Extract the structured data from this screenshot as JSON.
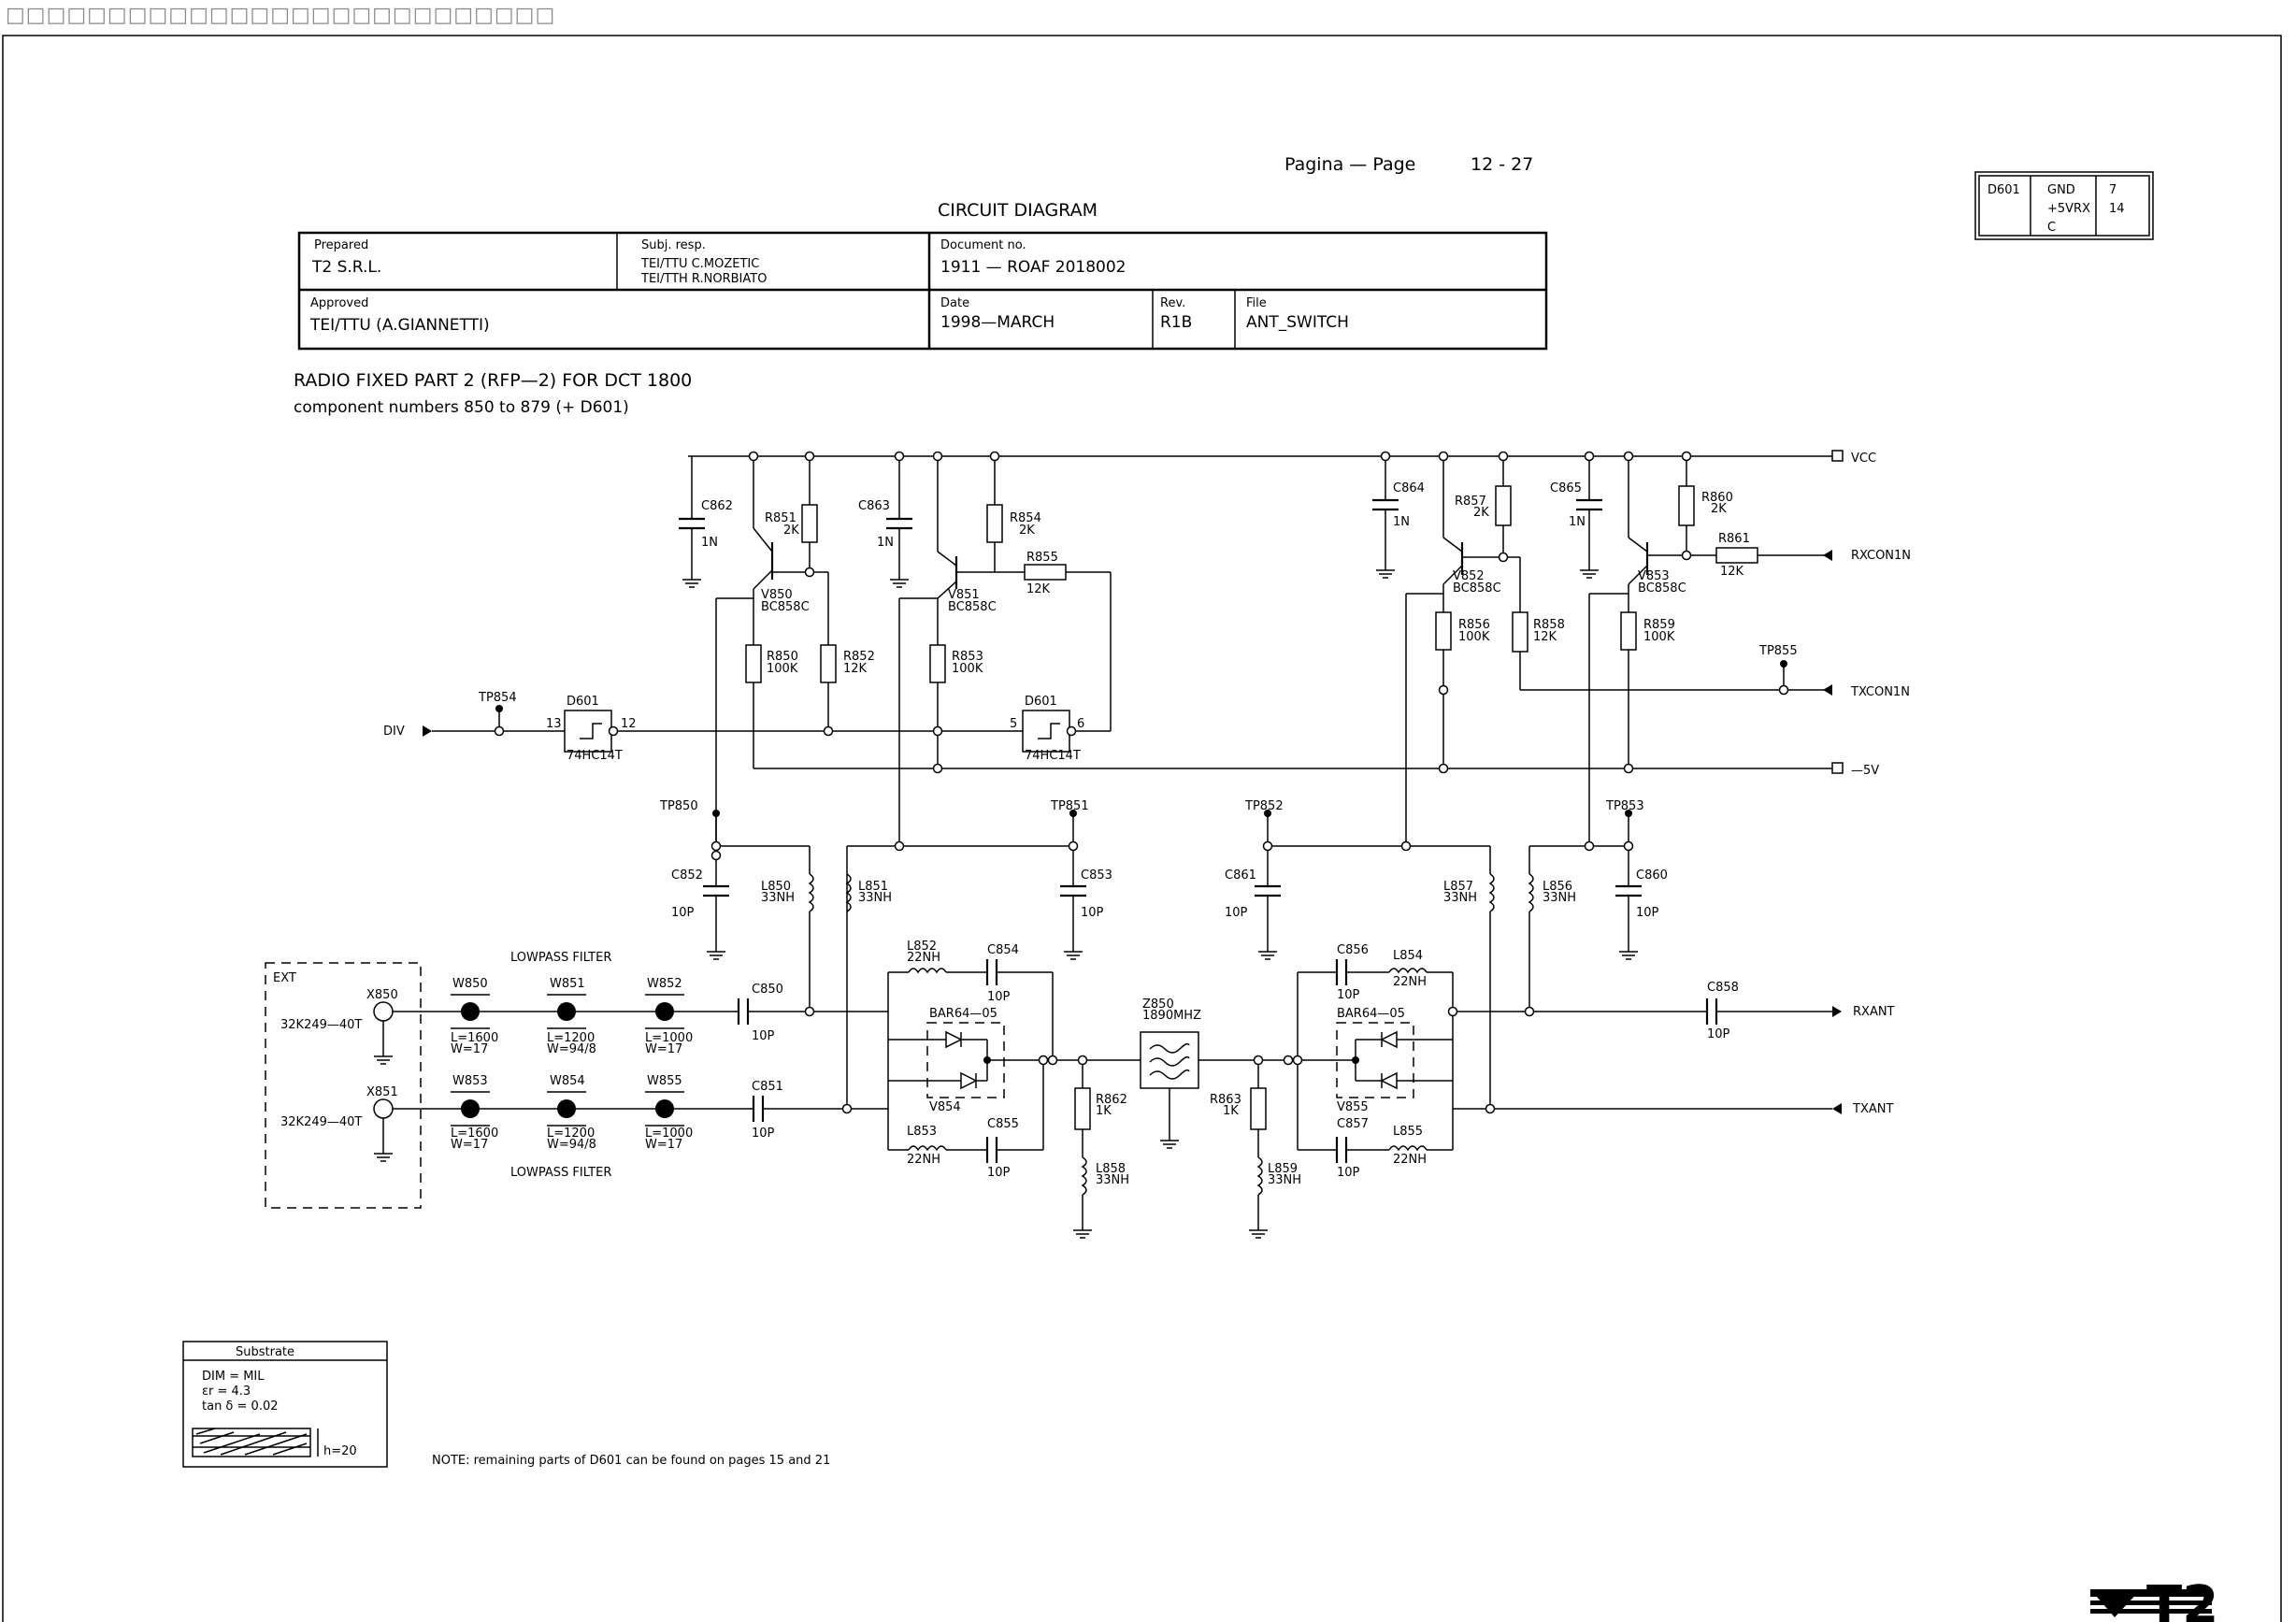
{
  "top_glyphs": "□□□□□□□□□□□□□□□□□□□□□□□□□□□",
  "page": {
    "label": "Pagina  —  Page",
    "number": "12 - 27"
  },
  "diagram_title": "CIRCUIT  DIAGRAM",
  "title_block": {
    "prepared_label": "Prepared",
    "prepared_value": "T2  S.R.L.",
    "subj_label": "Subj. resp.",
    "subj_value_1": "TEI/TTU  C.MOZETIC",
    "subj_value_2": "TEI/TTH  R.NORBIATO",
    "document_label": "Document  no.",
    "document_value": "1911  —  ROAF  2018002",
    "approved_label": "Approved",
    "approved_value": "TEI/TTU  (A.GIANNETTI)",
    "date_label": "Date",
    "date_value": "1998—MARCH",
    "rev_label": "Rev.",
    "rev_value": "R1B",
    "file_label": "File",
    "file_value": "ANT_SWITCH"
  },
  "power_table": {
    "ref": "D601",
    "pin1_name": "GND",
    "pin1_num": "7",
    "pin2_name": "+5VRX",
    "pin2_num": "14",
    "pin3_name": "C"
  },
  "heading": "RADIO  FIXED  PART  2  (RFP—2)  FOR  DCT  1800",
  "subheading": "component  numbers  850  to  879  (+  D601)",
  "ports": {
    "vcc": "VCC",
    "rxcon": "RXCON1N",
    "txcon": "TXCON1N",
    "m5v": "—5V",
    "div": "DIV",
    "rxant": "RXANT",
    "txant": "TXANT"
  },
  "components": {
    "C862": {
      "ref": "C862",
      "val": "1N"
    },
    "C863": {
      "ref": "C863",
      "val": "1N"
    },
    "C864": {
      "ref": "C864",
      "val": "1N"
    },
    "C865": {
      "ref": "C865",
      "val": "1N"
    },
    "R851": {
      "ref": "R851",
      "val": "2K"
    },
    "R854": {
      "ref": "R854",
      "val": "2K"
    },
    "R855": {
      "ref": "R855",
      "val": "12K"
    },
    "R857": {
      "ref": "R857",
      "val": "2K"
    },
    "R860": {
      "ref": "R860",
      "val": "2K"
    },
    "R861": {
      "ref": "R861",
      "val": "12K"
    },
    "V850": {
      "ref": "V850",
      "val": "BC858C"
    },
    "V851": {
      "ref": "V851",
      "val": "BC858C"
    },
    "V852": {
      "ref": "V852",
      "val": "BC858C"
    },
    "V853": {
      "ref": "V853",
      "val": "BC858C"
    },
    "R850": {
      "ref": "R850",
      "val": "100K"
    },
    "R852": {
      "ref": "R852",
      "val": "12K"
    },
    "R853": {
      "ref": "R853",
      "val": "100K"
    },
    "R856": {
      "ref": "R856",
      "val": "100K"
    },
    "R858": {
      "ref": "R858",
      "val": "12K"
    },
    "R859": {
      "ref": "R859",
      "val": "100K"
    },
    "D601a": {
      "ref": "D601",
      "val": "74HC14T",
      "pin_in": "13",
      "pin_out": "12"
    },
    "D601b": {
      "ref": "D601",
      "val": "74HC14T",
      "pin_in": "5",
      "pin_out": "6"
    },
    "C852": {
      "ref": "C852",
      "val": "10P"
    },
    "C853": {
      "ref": "C853",
      "val": "10P"
    },
    "C861": {
      "ref": "C861",
      "val": "10P"
    },
    "C860": {
      "ref": "C860",
      "val": "10P"
    },
    "L850": {
      "ref": "L850",
      "val": "33NH"
    },
    "L851": {
      "ref": "L851",
      "val": "33NH"
    },
    "L857": {
      "ref": "L857",
      "val": "33NH"
    },
    "L856": {
      "ref": "L856",
      "val": "33NH"
    },
    "L852": {
      "ref": "L852",
      "val": "22NH"
    },
    "L853": {
      "ref": "L853",
      "val": "22NH"
    },
    "L854": {
      "ref": "L854",
      "val": "22NH"
    },
    "L855": {
      "ref": "L855",
      "val": "22NH"
    },
    "C854": {
      "ref": "C854",
      "val": "10P"
    },
    "C855": {
      "ref": "C855",
      "val": "10P"
    },
    "C856": {
      "ref": "C856",
      "val": "10P"
    },
    "C857": {
      "ref": "C857",
      "val": "10P"
    },
    "C850": {
      "ref": "C850",
      "val": "10P"
    },
    "C851": {
      "ref": "C851",
      "val": "10P"
    },
    "C858": {
      "ref": "C858",
      "val": "10P"
    },
    "V854": {
      "ref": "V854",
      "val": "BAR64—05"
    },
    "V855": {
      "ref": "V855",
      "val": "BAR64—05"
    },
    "Z850": {
      "ref": "Z850",
      "val": "1890MHZ"
    },
    "R862": {
      "ref": "R862",
      "val": "1K"
    },
    "R863": {
      "ref": "R863",
      "val": "1K"
    },
    "L858": {
      "ref": "L858",
      "val": "33NH"
    },
    "L859": {
      "ref": "L859",
      "val": "33NH"
    },
    "X850": {
      "ref": "X850"
    },
    "X851": {
      "ref": "X851"
    },
    "W850": {
      "ref": "W850",
      "l": "L=1600",
      "w": "W=17"
    },
    "W851": {
      "ref": "W851",
      "l": "L=1200",
      "w": "W=94/8"
    },
    "W852": {
      "ref": "W852",
      "l": "L=1000",
      "w": "W=17"
    },
    "W853": {
      "ref": "W853",
      "l": "L=1600",
      "w": "W=17"
    },
    "W854": {
      "ref": "W854",
      "l": "L=1200",
      "w": "W=94/8"
    },
    "W855": {
      "ref": "W855",
      "l": "L=1000",
      "w": "W=17"
    }
  },
  "testpoints": {
    "TP850": "TP850",
    "TP851": "TP851",
    "TP852": "TP852",
    "TP853": "TP853",
    "TP854": "TP854",
    "TP855": "TP855"
  },
  "ext_label": "EXT",
  "connector_part_1": "32K249—40T",
  "connector_part_2": "32K249—40T",
  "lowpass_top": "LOWPASS  FILTER",
  "lowpass_bottom": "LOWPASS  FILTER",
  "substrate": {
    "title": "Substrate",
    "dim": "DIM    = MIL",
    "er": "εr      = 4.3",
    "tan": "tan  δ = 0.02",
    "h": "h=20"
  },
  "note": "NOTE:  remaining  parts  of  D601  can  be  found  on  pages  15  and  21",
  "logo_text": "T2"
}
